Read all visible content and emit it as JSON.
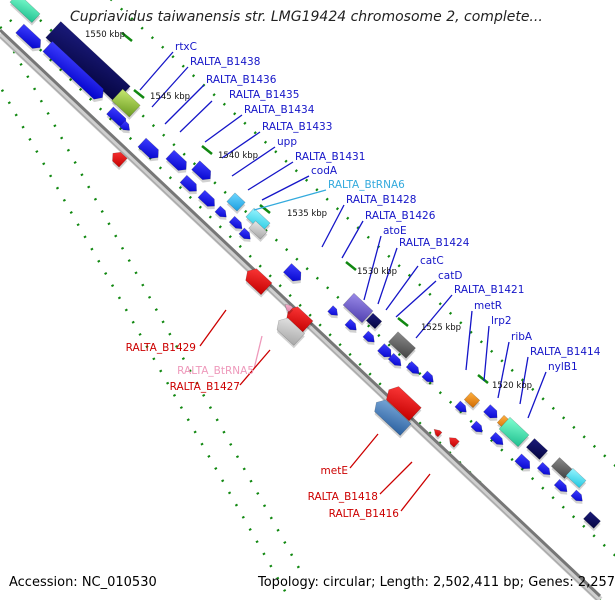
{
  "title": "Cupriavidus taiwanensis str. LMG19424 chromosome 2, complete...",
  "footer": {
    "accession": "Accession: NC_010530",
    "summary": "Topology: circular; Length: 2,502,411 bp; Genes: 2,257"
  },
  "colors": {
    "forward_label": "#1515c8",
    "reverse_label": "#cc0000",
    "rna_forward_label": "#33aadd",
    "rna_reverse_label": "#ee99bb",
    "tick": "#118811",
    "backbone": "#777777"
  },
  "kbp_ticks": [
    "1550 kbp",
    "1545 kbp",
    "1540 kbp",
    "1535 kbp",
    "1530 kbp",
    "1525 kbp",
    "1520 kbp"
  ],
  "forward_labels": [
    {
      "text": "rtxC",
      "type": "gene"
    },
    {
      "text": "RALTA_B1438",
      "type": "gene"
    },
    {
      "text": "RALTA_B1436",
      "type": "gene"
    },
    {
      "text": "RALTA_B1435",
      "type": "gene"
    },
    {
      "text": "RALTA_B1434",
      "type": "gene"
    },
    {
      "text": "RALTA_B1433",
      "type": "gene"
    },
    {
      "text": "upp",
      "type": "gene"
    },
    {
      "text": "RALTA_B1431",
      "type": "gene"
    },
    {
      "text": "codA",
      "type": "gene"
    },
    {
      "text": "RALTA_BtRNA6",
      "type": "rna"
    },
    {
      "text": "RALTA_B1428",
      "type": "gene"
    },
    {
      "text": "RALTA_B1426",
      "type": "gene"
    },
    {
      "text": "atoE",
      "type": "gene"
    },
    {
      "text": "RALTA_B1424",
      "type": "gene"
    },
    {
      "text": "catC",
      "type": "gene"
    },
    {
      "text": "catD",
      "type": "gene"
    },
    {
      "text": "RALTA_B1421",
      "type": "gene"
    },
    {
      "text": "metR",
      "type": "gene"
    },
    {
      "text": "lrp2",
      "type": "gene"
    },
    {
      "text": "ribA",
      "type": "gene"
    },
    {
      "text": "RALTA_B1414",
      "type": "gene"
    },
    {
      "text": "nylB1",
      "type": "gene"
    }
  ],
  "reverse_labels": [
    {
      "text": "RALTA_B1429",
      "type": "gene"
    },
    {
      "text": "RALTA_BtRNA5",
      "type": "rna"
    },
    {
      "text": "RALTA_B1427",
      "type": "gene"
    },
    {
      "text": "metE",
      "type": "gene"
    },
    {
      "text": "RALTA_B1418",
      "type": "gene"
    },
    {
      "text": "RALTA_B1416",
      "type": "gene"
    }
  ]
}
